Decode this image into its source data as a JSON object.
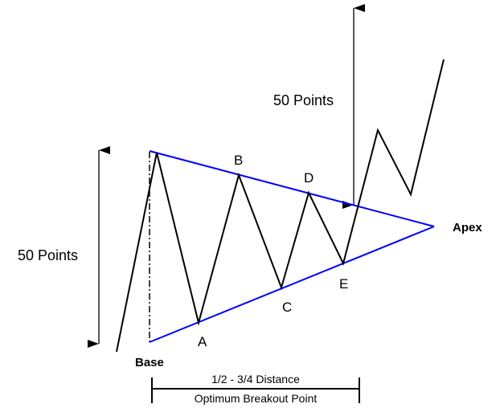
{
  "title": "Symmetrical Triangle Pattern",
  "labels": {
    "left_height": "50 Points",
    "right_target": "50 Points",
    "point_a": "A",
    "point_b": "B",
    "point_c": "C",
    "point_d": "D",
    "point_e": "E",
    "apex": "Apex",
    "base": "Base",
    "distance": "1/2 - 3/4 Distance",
    "breakout": "Optimum Breakout Point"
  },
  "colors": {
    "trendline": "#0000ff",
    "price": "#000000"
  }
}
